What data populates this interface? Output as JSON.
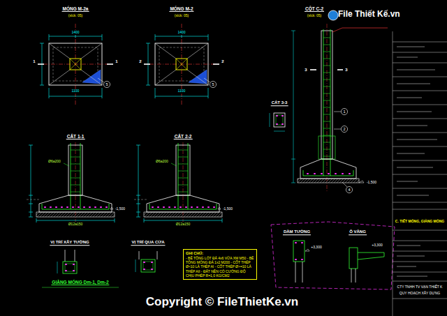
{
  "diagram": {
    "nodes": [
      {
        "text": [
          "File Thiết Kế.vn"
        ]
      },
      {
        "text": [
          "GHI CHÚ:",
          "- BÊ TÔNG LÓT ĐÁ 4x6 VỮA XM M50 - BÊ TÔNG MÓNG ĐÁ 1x2 M200 - CỐT THÉP Ø<10 LÀ THÉP AI - CỐT THÉP Ø>=10 LÀ THÉP AII - ĐẤT NỀN CÓ CƯỜNG ĐỘ CHỊU PHÉP R=1,0 KG/CM2"
        ]
      }
    ],
    "labels": [
      "MÓNG M-2a",
      "(slck: 05)",
      "MÓNG M-2",
      "(slck: 05)",
      "CỘT C-2",
      "(slck: 05)",
      "CẮT 1-1",
      "CẮT 2-2",
      "CẮT 3-3",
      "VỊ TRÍ XÂY TƯỜNG",
      "VỊ TRÍ QUA CỬA",
      "GIẰNG MÓNG Dm-1, Dm-2",
      "DẦM TƯỜNG",
      "Ô VĂNG",
      "1",
      "1",
      "2",
      "2",
      "3",
      "3",
      "1400",
      "1400",
      "1100",
      "1100",
      "5",
      "5",
      "1",
      "2",
      "4",
      "-1,500",
      "-1,500",
      "-1,500",
      "Ø6a200",
      "Ø6a200",
      "Ø12a150",
      "Ø12a150",
      "+3,300",
      "+3,300",
      "C. TIẾT MÓNG, GIẰNG MÓNG",
      "CTY TNHH TV VẠN THIẾT K",
      "QUY HOẠCH XÂY DỰNG",
      "Copyright © FileThietKe.vn"
    ]
  }
}
